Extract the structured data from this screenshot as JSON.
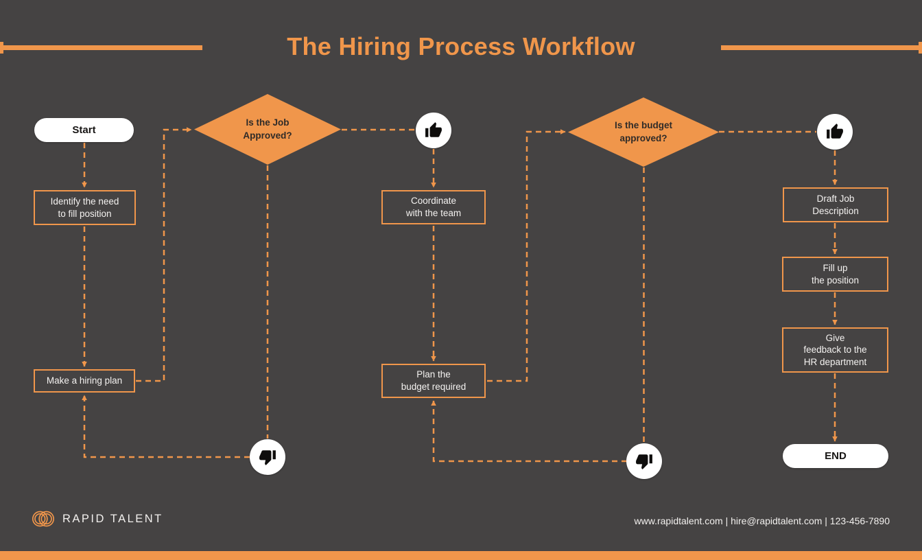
{
  "title": "The Hiring Process Workflow",
  "colors": {
    "background": "#454343",
    "accent_orange": "#F0964B",
    "node_border": "#F0964B",
    "node_text": "#F4F2F0",
    "decision_fill": "#F0964B",
    "decision_text": "#2F2B28",
    "terminal_bg": "#FFFFFF",
    "terminal_text": "#171514",
    "icon_black": "#0E0D0C"
  },
  "nodes": {
    "start": {
      "label": "Start"
    },
    "identify_need": {
      "label": "Identify the need\nto fill position"
    },
    "make_plan": {
      "label": "Make a hiring plan"
    },
    "job_approved": {
      "label": "Is the Job\nApproved?"
    },
    "coordinate_team": {
      "label": "Coordinate\nwith the team"
    },
    "plan_budget": {
      "label": "Plan the\nbudget required"
    },
    "budget_approved": {
      "label": "Is the budget\napproved?"
    },
    "draft_job": {
      "label": "Draft Job\nDescription"
    },
    "fill_position": {
      "label": "Fill up\nthe position"
    },
    "give_feedback": {
      "label": "Give\nfeedback to the\nHR department"
    },
    "end": {
      "label": "END"
    }
  },
  "icons": {
    "approve": "thumbs-up",
    "reject": "thumbs-down",
    "brand": "overlapping-rings"
  },
  "footer": {
    "brand": "RAPID TALENT",
    "contact": "www.rapidtalent.com | hire@rapidtalent.com | 123-456-7890"
  }
}
